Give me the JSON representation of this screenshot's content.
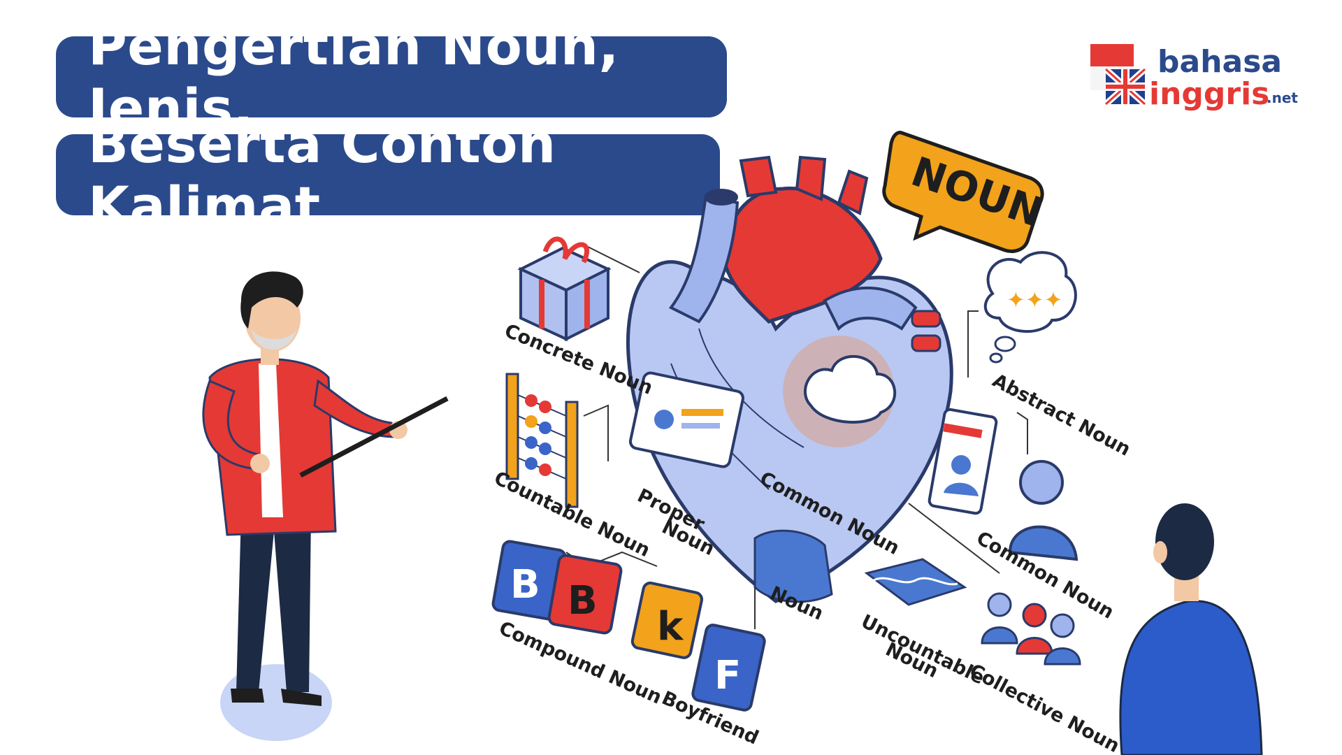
{
  "title": {
    "line1": "Pengertian Noun, Jenis,",
    "line2": "Beserta Contoh Kalimat"
  },
  "logo": {
    "word1": "bahasa",
    "word2": "inggris",
    "suffix": ".net"
  },
  "speech_bubble": "NOUN",
  "labels": {
    "concrete": "Concrete Noun",
    "countable": "Countable Noun",
    "proper_line1": "Proper",
    "proper_line2": "Noun",
    "common_center": "Common Noun",
    "noun": "Noun",
    "compound": "Compound Noun",
    "boyfriend": "Boyfriend",
    "abstract": "Abstract Noun",
    "common_right": "Common Noun",
    "uncountable_line1": "Uncountable",
    "uncountable_line2": "Noun",
    "collective": "Collective Noun"
  },
  "puzzle_letters": [
    "B",
    "B",
    "k",
    "F"
  ],
  "colors": {
    "title_bg": "#2b4a8c",
    "accent_red": "#e53935",
    "accent_blue": "#3a64c8",
    "accent_orange": "#f2a21b",
    "heart_blue": "#b9c8f2"
  }
}
